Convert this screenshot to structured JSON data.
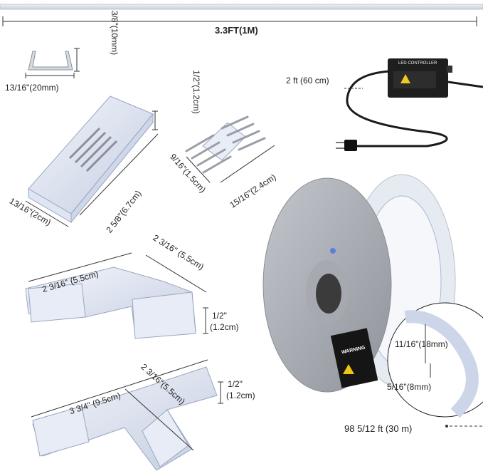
{
  "strip": {
    "length_label": "3.3FT(1M)"
  },
  "channel_clip": {
    "height_label": "3/8\"(10mm)",
    "width_label": "13/16\"(20mm)"
  },
  "end_connector": {
    "height_label": "1/2\"(1.2cm)",
    "length_label": "2 5/8\"(6.7cm)",
    "width_label": "13/16\"(2cm)"
  },
  "pin_connector": {
    "length_label": "15/16\"(2.4cm)",
    "width_label": "9/16\"(1.5cm)"
  },
  "controller": {
    "cord_label": "2 ft (60 cm)",
    "device_title": "LED CONTROLLER"
  },
  "l_connector": {
    "side_a_label": "2 3/16\" (5.5cm)",
    "side_b_label": "2 3/16\" (5.5cm)",
    "height_label_line1": "1/2\"",
    "height_label_line2": "(1.2cm)"
  },
  "t_connector": {
    "top_label": "3 3/4\" (9.5cm)",
    "stem_label": "2 3/16\"(5.5cm)",
    "height_label_line1": "1/2\"",
    "height_label_line2": "(1.2cm)"
  },
  "reel": {
    "warning_label": "WARNING",
    "length_label": "98 5/12 ft (30 m)",
    "inset_width_label": "11/16\"(18mm)",
    "inset_height_label": "5/16\"(8mm)"
  }
}
